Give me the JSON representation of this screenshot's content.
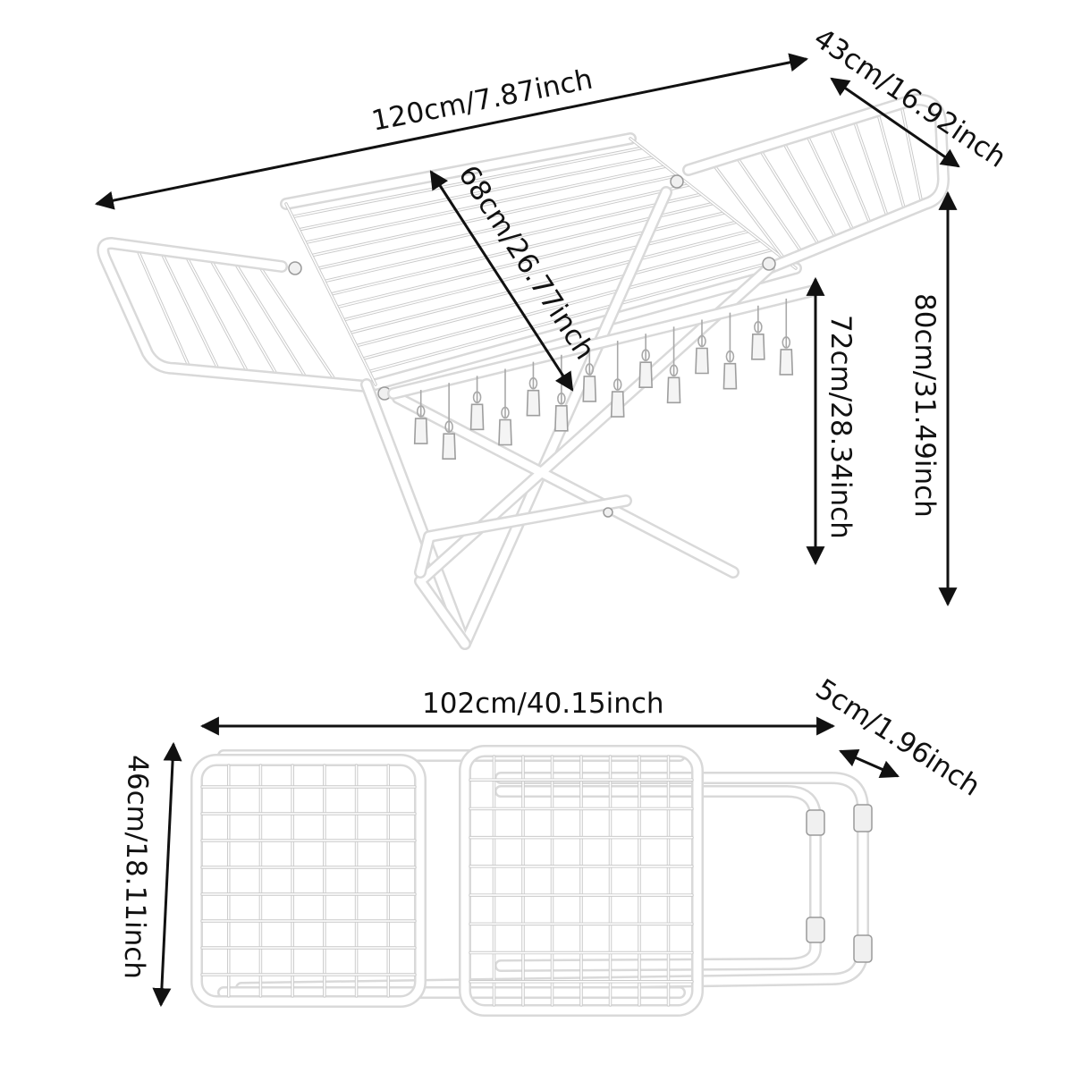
{
  "dimensions": {
    "top_length": "120cm/7.87inch",
    "wing_depth": "43cm/16.92inch",
    "center_width": "68cm/26.77inch",
    "inner_height": "72cm/28.34inch",
    "total_height": "80cm/31.49inch",
    "folded_length": "102cm/40.15inch",
    "folded_thickness": "5cm/1.96inch",
    "folded_width": "46cm/18.11inch"
  },
  "colors": {
    "background": "#ffffff",
    "frame": "#ffffff",
    "frame_edge": "#d9d9d9",
    "arrow": "#111111"
  },
  "illustrations": {
    "unfolded": "drying-rack-unfolded",
    "folded": "drying-rack-folded",
    "peg_count": 14
  }
}
